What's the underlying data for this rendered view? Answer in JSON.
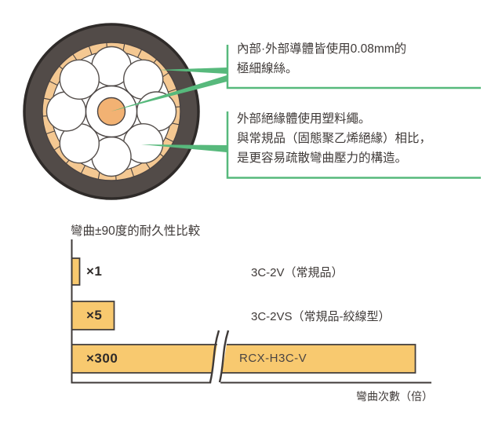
{
  "colors": {
    "jacket_dark": "#524b48",
    "jacket_outline": "#2f2b29",
    "braid_tan": "#f4c892",
    "core_orange": "#f2b273",
    "bar_fill": "#f8c96f",
    "green_accent": "#57b97c",
    "text_dark": "#3f3a38"
  },
  "diagram": {
    "annotations": [
      {
        "lines": {
          "l1": "內部·外部導體皆使用0.08mm的",
          "l2": "極細線絲。"
        }
      },
      {
        "lines": {
          "l1": "外部絕緣體使用塑料繩。",
          "l2": "與常規品（固態聚乙烯絕緣）相比，",
          "l3": "是更容易疏散彎曲壓力的構造。"
        }
      }
    ],
    "pointer_targets": [
      "outer-braid-conductor",
      "inner-core-conductor",
      "plastic-string-insulator"
    ]
  },
  "chart_data": {
    "type": "bar",
    "orientation": "horizontal",
    "title": "彎曲±90度的耐久性比較",
    "xlabel": "彎曲次數（倍）",
    "categories": [
      "3C-2V（常規品）",
      "3C-2VS（常規品-絞線型）",
      "RCX-H3C-V"
    ],
    "values": [
      1,
      5,
      300
    ],
    "value_labels": [
      "×1",
      "×5",
      "×300"
    ],
    "bar_color": "#f8c96f",
    "axis_break": true,
    "axis_break_on": "RCX-H3C-V",
    "grid": false,
    "legend": false
  }
}
